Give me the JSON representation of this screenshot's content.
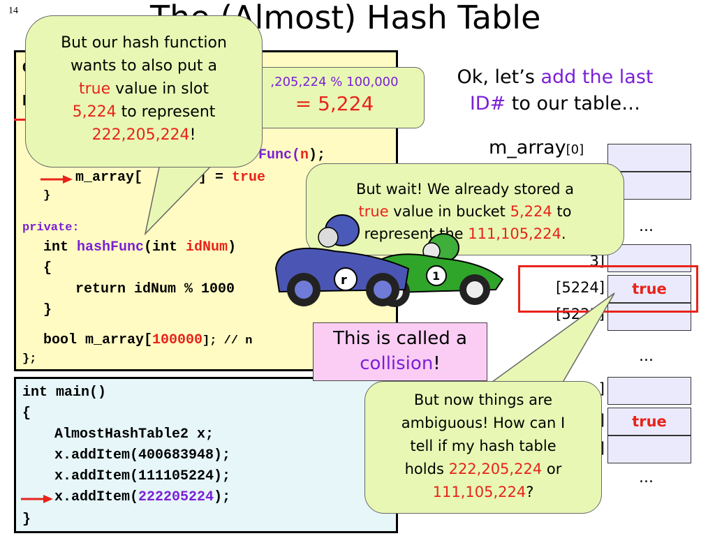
{
  "slide": {
    "number": "14",
    "title": "The (Almost) Hash Table"
  },
  "class_code": {
    "line_1_fragment": "C",
    "line_2_fragment": "p",
    "hash_call_pre": "Func(",
    "hash_call_arg": "n",
    "hash_call_post": ");",
    "assign_pre": "m_array[",
    "assign_mid": "t",
    "assign_post": "] = ",
    "assign_val": "true",
    "close_brace_small": "}",
    "private_label": "private:",
    "func_sig_int": "int ",
    "func_sig_name": "hashFunc",
    "func_sig_paren": "(int ",
    "func_sig_param": "idNum",
    "func_sig_close": ")",
    "open_brace": "{",
    "return_stmt": "return idNum % 1000",
    "close_brace": "}",
    "member_decl_pre": "bool m_array[",
    "member_decl_size": "100000",
    "member_decl_post": "]; // n",
    "class_end": "};"
  },
  "main_code": {
    "line_1": "int main()",
    "line_2": "{",
    "line_3": "AlmostHashTable2 x;",
    "line_4": "x.addItem(400683948);",
    "line_5": "x.addItem(111105224);",
    "line_6_pre": "x.addItem(",
    "line_6_arg": "222205224",
    "line_6_post": ");",
    "line_7": "}"
  },
  "calc_bubble": {
    "top_text": ",205,224 % 100,000",
    "result": "= 5,224"
  },
  "bubble_hash": {
    "t1": "But our hash function",
    "t2": "wants to also put a",
    "t3_red": "true",
    "t3_rest": " value in slot",
    "t4_red": "5,224",
    "t4_rest": " to represent",
    "t5_red": "222,205,224",
    "t5_rest": "!"
  },
  "right_text": {
    "line1_pre": "Ok, let’s ",
    "line1_purple": "add the last",
    "line2_purple": "ID#",
    "line2_post": " to our table…"
  },
  "bubble_wait": {
    "t1": "But wait! We already stored a",
    "t2_red": "true",
    "t2_mid": " value in bucket ",
    "t2_red2": "5,224",
    "t2_post": " to",
    "t3_pre": "represent the ",
    "t3_red": "111,105,224",
    "t3_post": "."
  },
  "collision": {
    "line1": "This is called a",
    "line2_purple": "collision",
    "line2_post": "!"
  },
  "bubble_ambig": {
    "t1": "But now things are",
    "t2": "ambiguous! How can I",
    "t3": "tell if my hash table",
    "t4_pre": "holds ",
    "t4_red": "222,205,224",
    "t4_post": " or",
    "t5_red": "111,105,224",
    "t5_post": "?"
  },
  "array": {
    "name": "m_array",
    "index_0": "[0]",
    "dots": "...",
    "index_5223_fragment": "3]",
    "index_5224": "[5224]",
    "index_5225": "[5225]",
    "cell_5224": "true",
    "lower_fragment_1": "]",
    "lower_fragment_2": "]",
    "lower_fragment_3": "]",
    "lower_true": "true"
  },
  "colors": {
    "red": "#e8231b",
    "purple": "#7a1fd6",
    "class_bg": "#fffbc2",
    "main_bg": "#e6f6f9",
    "bubble_bg": "#e8f8b4",
    "collision_bg": "#fbcdf4",
    "cell_bg": "#ebeafc"
  }
}
